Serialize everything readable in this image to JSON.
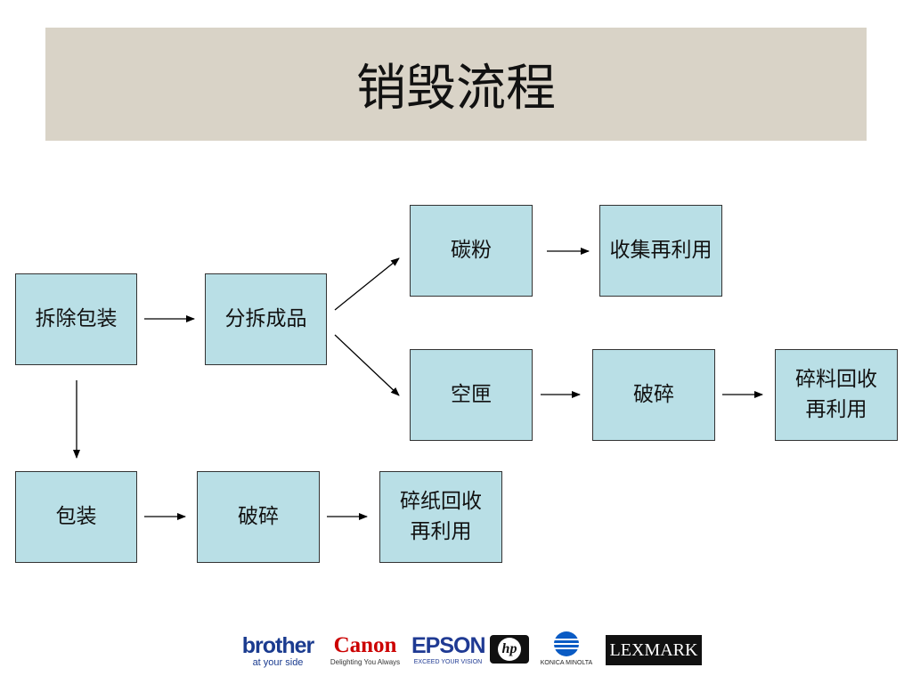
{
  "title": "销毁流程",
  "nodes": {
    "remove_packaging": "拆除包装",
    "split_products": "分拆成品",
    "toner": "碳粉",
    "collect_reuse": "收集再利用",
    "empty_cartridge": "空匣",
    "crush_a": "破碎",
    "scrap_recycle": "碎料回收\n再利用",
    "packaging": "包装",
    "crush_b": "破碎",
    "paper_recycle": "碎纸回收\n再利用"
  },
  "logos": {
    "brother": {
      "name": "brother",
      "tagline": "at your side"
    },
    "canon": {
      "name": "Canon",
      "tagline": "Delighting You Always"
    },
    "epson": {
      "name": "EPSON",
      "tagline": "EXCEED YOUR VISION"
    },
    "hp": {
      "name": "hp"
    },
    "konica": {
      "name": "KONICA MINOLTA"
    },
    "lexmark": {
      "name": "LEXMARK"
    }
  },
  "colors": {
    "box_fill": "#b9dfe6",
    "title_bg": "#d9d3c7",
    "brother_blue": "#1a3b8f",
    "canon_red": "#cc0000",
    "epson_blue": "#1f3a93",
    "konica_blue": "#0a5bc4"
  }
}
